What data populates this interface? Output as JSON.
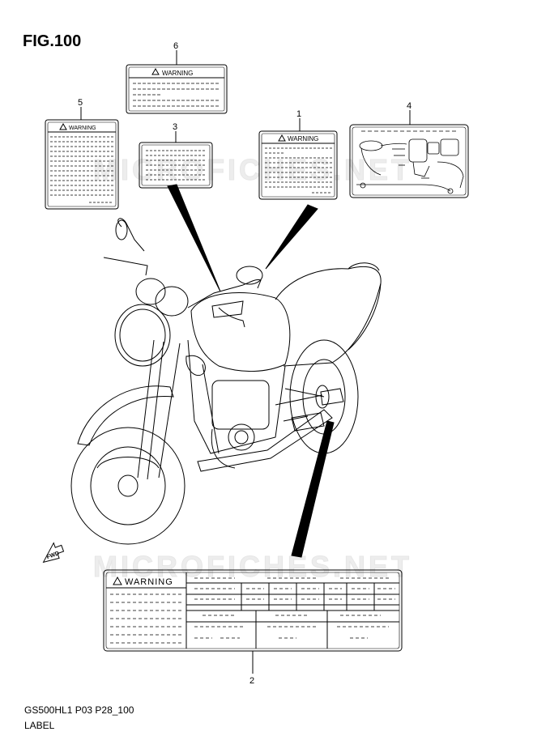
{
  "figure": {
    "title": "FIG.100",
    "code": "GS500HL1 P03 P28_100",
    "caption": "LABEL"
  },
  "callouts": [
    {
      "number": "1"
    },
    {
      "number": "2"
    },
    {
      "number": "3"
    },
    {
      "number": "4"
    },
    {
      "number": "5"
    },
    {
      "number": "6"
    }
  ],
  "labels": {
    "warning_text": "WARNING",
    "fwd_text": "FWD"
  },
  "watermark": {
    "text": "MICROFICHES.NET"
  },
  "colors": {
    "line": "#000000",
    "background": "#ffffff",
    "watermark": "#d9d9d9"
  }
}
